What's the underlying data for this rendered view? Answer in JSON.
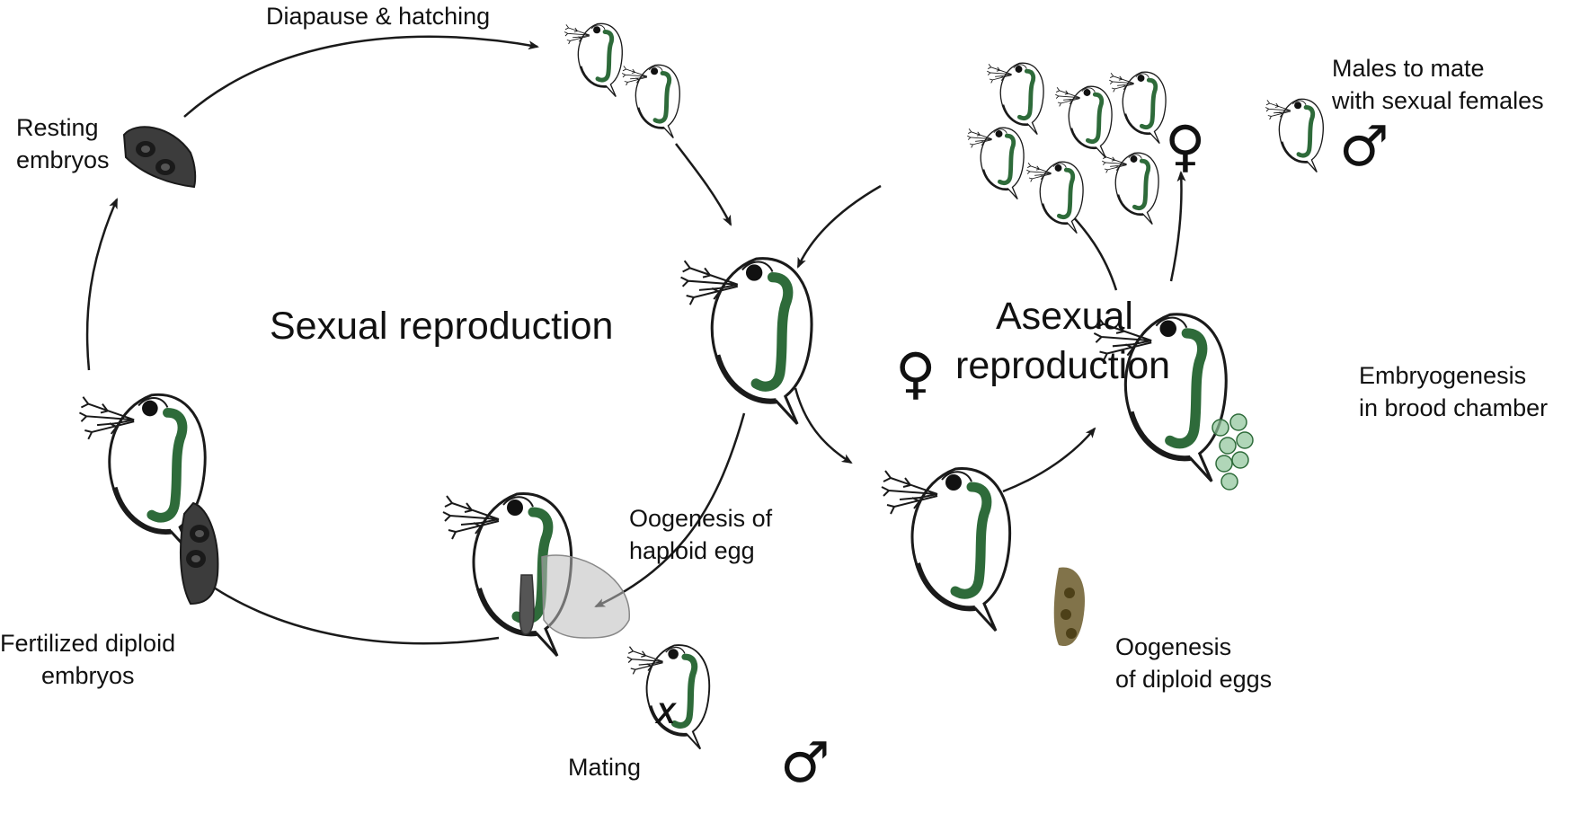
{
  "titles": {
    "sexual": "Sexual reproduction",
    "asexual_line1": "Asexual",
    "asexual_line2": "reproduction"
  },
  "labels": {
    "diapause": "Diapause & hatching",
    "resting_1": "Resting",
    "resting_2": "embryos",
    "fertilized_1": "Fertilized diploid",
    "fertilized_2": "embryos",
    "mating": "Mating",
    "cross": "X",
    "oogenesis_haploid_1": "Oogenesis of",
    "oogenesis_haploid_2": "haploid egg",
    "oogenesis_diploid_1": "Oogenesis",
    "oogenesis_diploid_2": "of diploid eggs",
    "embryogenesis_1": "Embryogenesis",
    "embryogenesis_2": "in brood chamber",
    "males_1": "Males to mate",
    "males_2": "with sexual females"
  },
  "symbols": {
    "female": "♀",
    "male": "♂"
  },
  "colors": {
    "gut": "#2e6b3a",
    "outline": "#1a1a1a",
    "resting_case": "#3c3c3c",
    "diploid_eggs": "#6b5a2a",
    "brood_embryos": "#8fc49a"
  }
}
